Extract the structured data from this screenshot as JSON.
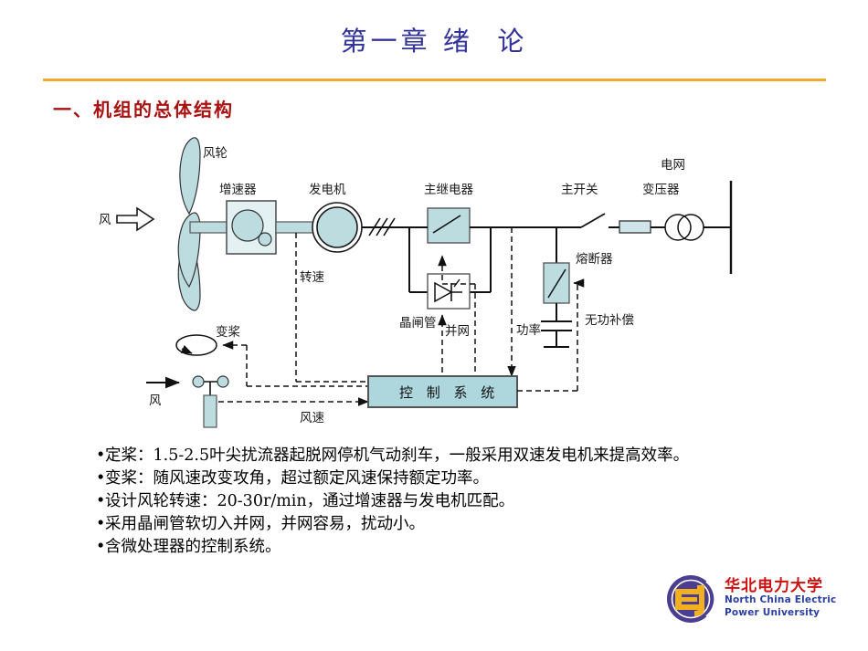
{
  "slide": {
    "title": "第一章 绪  论",
    "section_heading": "一、机组的总体结构",
    "accent_rule_color": "#f0ad29",
    "title_color": "#333399",
    "heading_color": "#aa1111",
    "fill_color": "#aed6dd",
    "line_color": "#1a1a1a"
  },
  "diagram": {
    "name": "wind-turbine-system-block-diagram",
    "labels": {
      "wind_inlet": "风",
      "rotor": "风轮",
      "gearbox": "增速器",
      "generator": "发电机",
      "main_relay": "主继电器",
      "main_switch": "主开关",
      "transformer": "变压器",
      "grid": "电网",
      "fuse": "熔断器",
      "reactive_compensation": "无功补偿",
      "thyristor": "晶闸管",
      "grid_connection": "并网",
      "rotation_speed": "转速",
      "power": "功率",
      "pitch": "变桨",
      "wind_sensor_inlet": "风",
      "wind_speed": "风速",
      "control_system": "控 制 系 统"
    }
  },
  "bullets": [
    "定桨：1.5-2.5叶尖扰流器起脱网停机气动刹车，一般采用双速发电机来提高效率。",
    "变桨：随风速改变攻角，超过额定风速保持额定功率。",
    "设计风轮转速：20-30r/min，通过增速器与发电机匹配。",
    "采用晶闸管软切入并网，并网容易，扰动小。",
    "含微处理器的控制系统。"
  ],
  "logo": {
    "name_cn": "华北电力大学",
    "name_en_line1": "North China Electric",
    "name_en_line2": "Power University",
    "emblem_color": "#4b3d8f",
    "emblem_accent": "#f2b01e"
  }
}
